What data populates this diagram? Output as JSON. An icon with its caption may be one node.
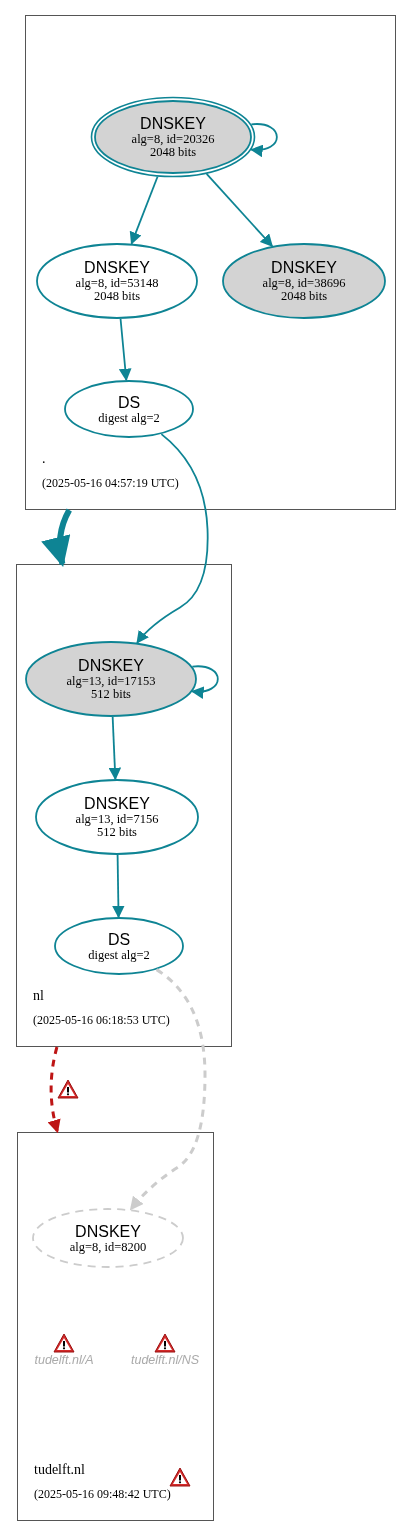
{
  "diagram": {
    "nodes": [
      {
        "text": [
          ".",
          "(2025-05-16 04:57:19 UTC)"
        ]
      },
      {
        "text": [
          "DNSKEY",
          "alg=8, id=20326 2048 bits"
        ],
        "in": 0
      },
      {
        "text": [
          "DNSKEY",
          "alg=8, id=53148 2048 bits"
        ],
        "in": 0
      },
      {
        "text": [
          "DNSKEY",
          "alg=8, id=38696 2048 bits"
        ],
        "in": 0
      },
      {
        "text": [
          "DS",
          "digest alg=2"
        ],
        "in": 0
      },
      {
        "text": [
          "nl",
          "(2025-05-16 06:18:53 UTC)"
        ]
      },
      {
        "text": [
          "DNSKEY",
          "alg=13, id=17153 512 bits"
        ],
        "in": 5
      },
      {
        "text": [
          "DNSKEY",
          "alg=13, id=7156 512 bits"
        ],
        "in": 5
      },
      {
        "text": [
          "DS",
          "digest alg=2"
        ],
        "in": 5
      },
      {
        "text": [
          "tudelft.nl",
          "(2025-05-16 09:48:42 UTC)"
        ]
      },
      {
        "text": [
          "DNSKEY",
          "alg=8, id=8200"
        ],
        "in": 9
      },
      {
        "text": [
          "tudelft.nl/A"
        ],
        "in": 9
      },
      {
        "text": [
          "tudelft.nl/NS"
        ],
        "in": 9
      }
    ],
    "edges": [
      {
        "from": 1,
        "to": 1,
        "arrow": "to"
      },
      {
        "from": 1,
        "to": 2,
        "arrow": "to"
      },
      {
        "from": 1,
        "to": 3,
        "arrow": "to"
      },
      {
        "from": 2,
        "to": 4,
        "arrow": "to"
      },
      {
        "from": 4,
        "to": 6,
        "arrow": "to"
      },
      {
        "from": 0,
        "to": 5,
        "arrow": "to",
        "style": "thick"
      },
      {
        "from": 6,
        "to": 6,
        "arrow": "to"
      },
      {
        "from": 6,
        "to": 7,
        "arrow": "to"
      },
      {
        "from": 7,
        "to": 8,
        "arrow": "to"
      },
      {
        "from": 8,
        "to": 10,
        "arrow": "to",
        "style": "dashed",
        "color": "#cccccc"
      },
      {
        "from": 5,
        "to": 9,
        "arrow": "to",
        "style": "dashed",
        "color": "#be1515"
      }
    ]
  }
}
